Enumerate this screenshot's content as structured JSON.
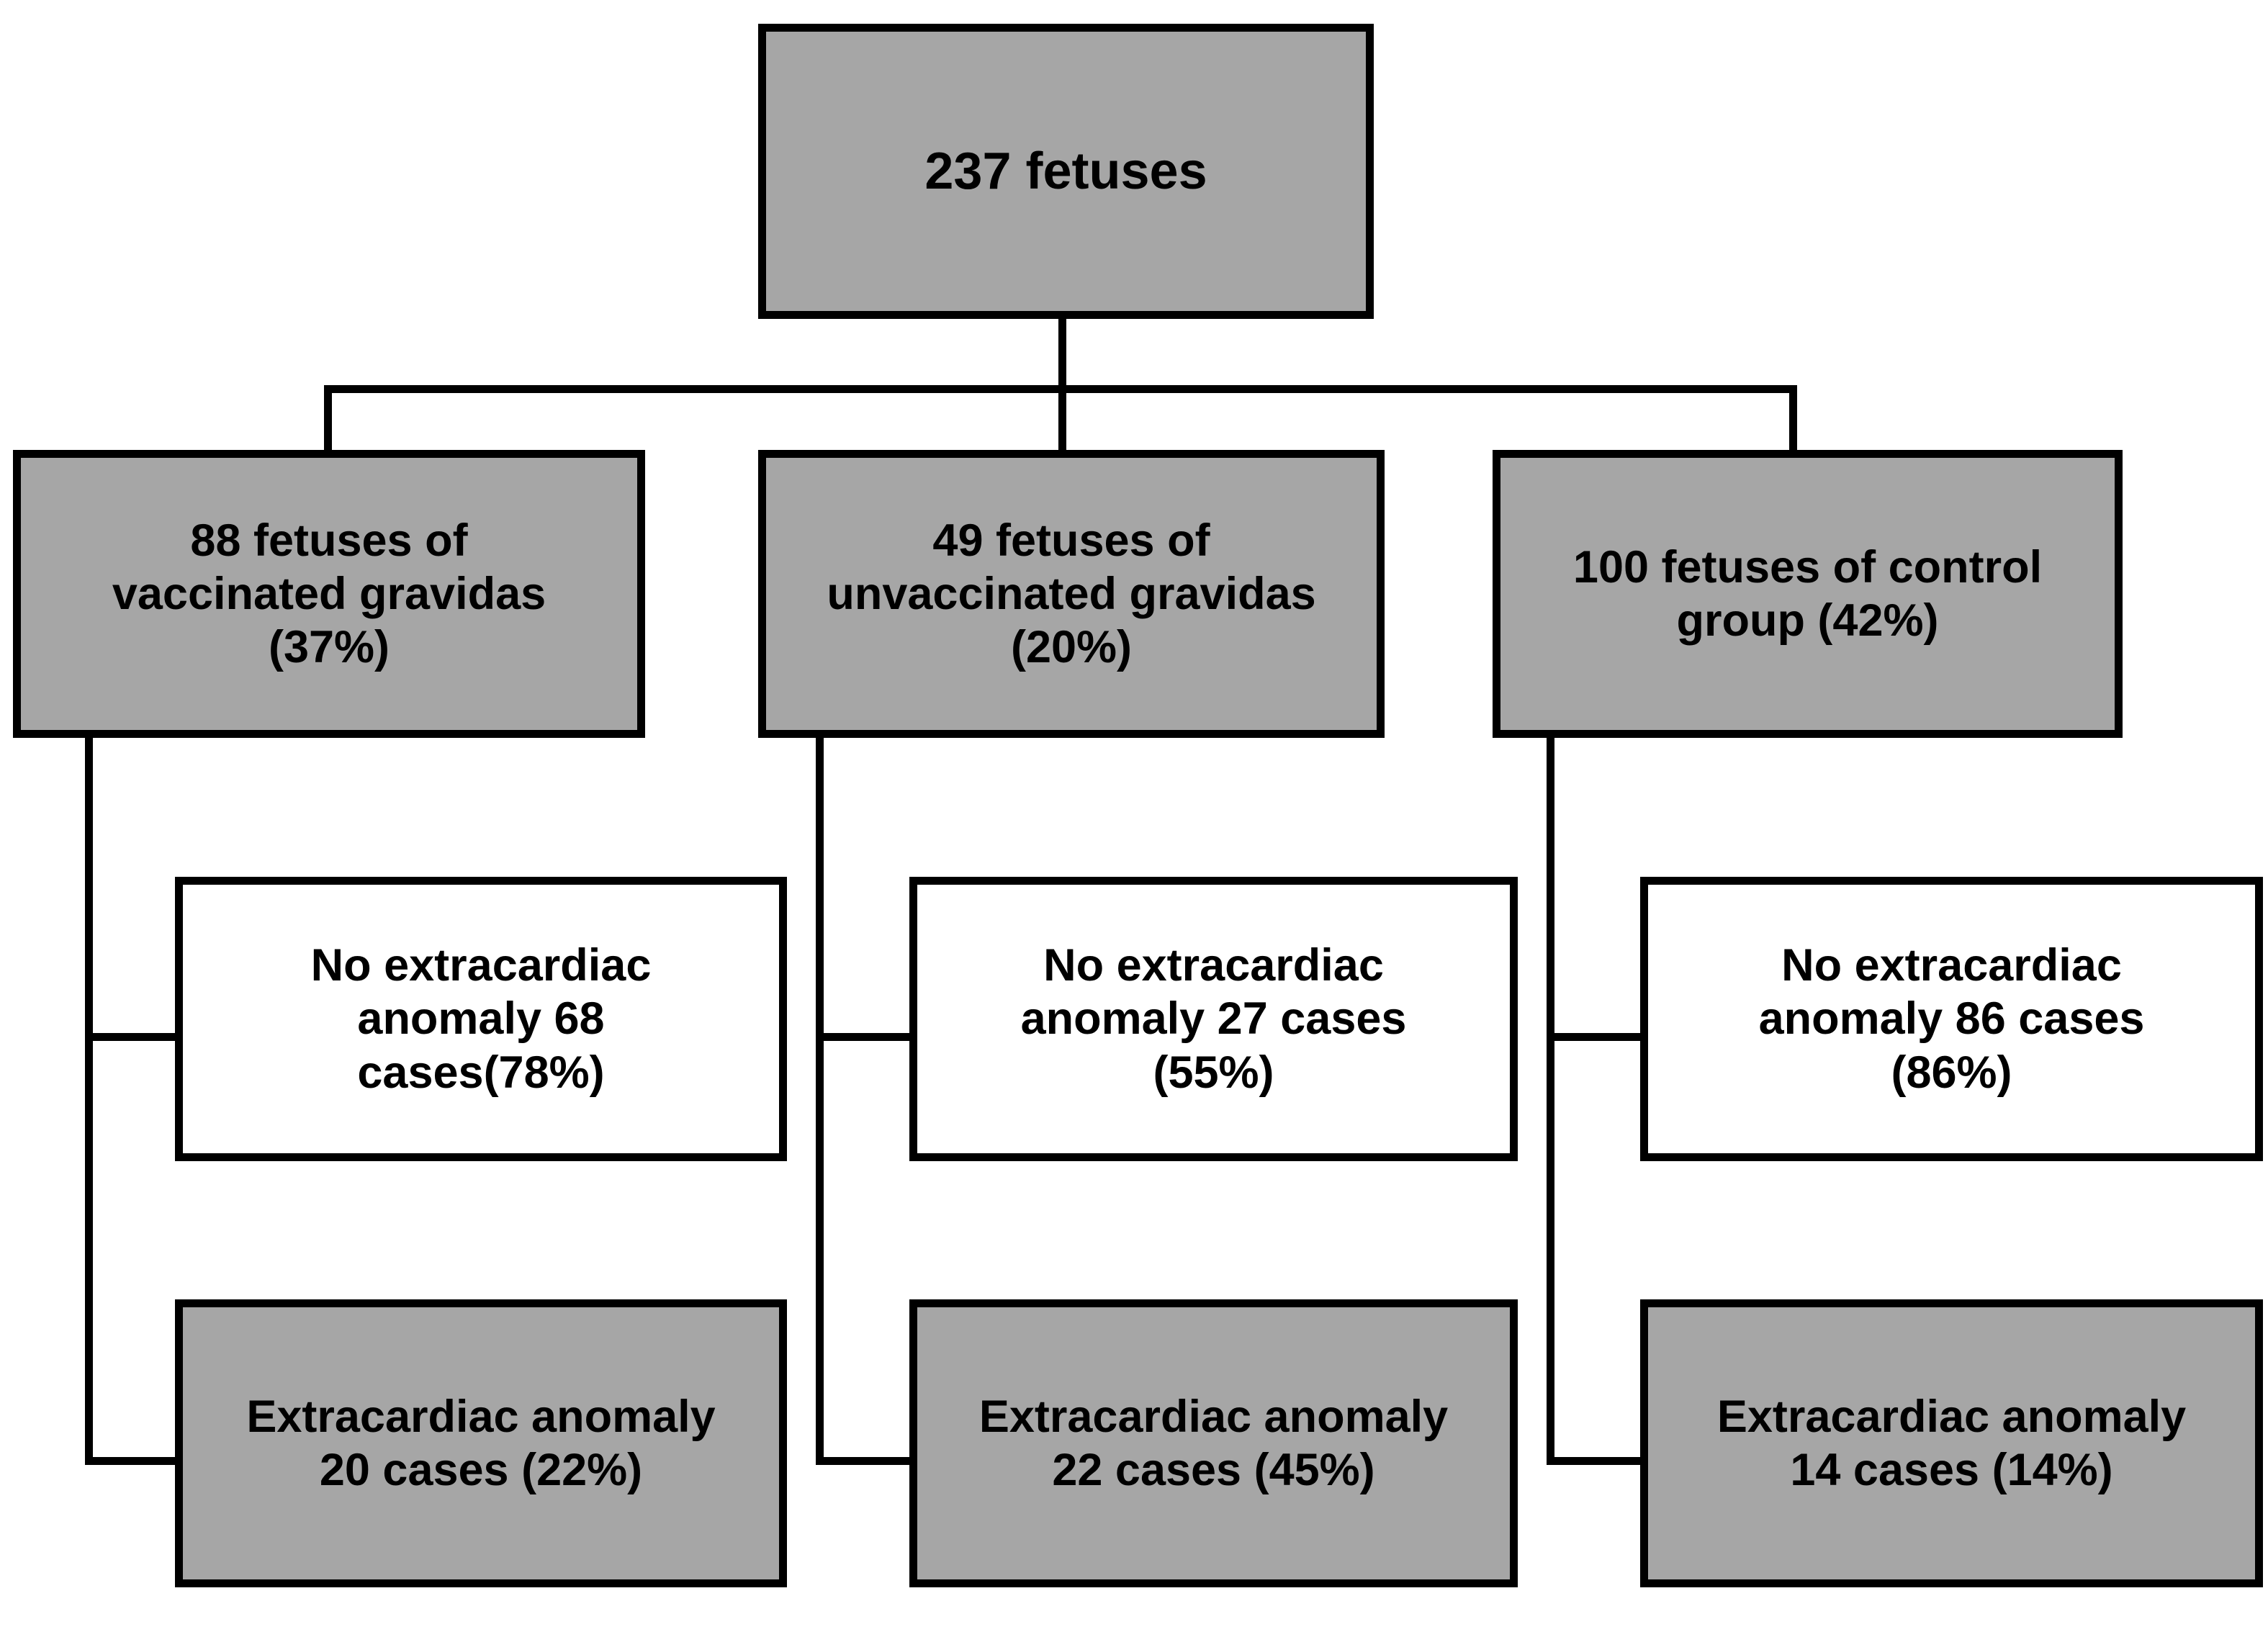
{
  "diagram": {
    "type": "flowchart",
    "title": "",
    "colors": {
      "node_fill_gray": "#a6a6a6",
      "node_fill_white": "#ffffff",
      "border": "#000000",
      "text": "#000000",
      "background": "#ffffff"
    },
    "root": {
      "label": "237 fetuses",
      "count": 237
    },
    "groups": [
      {
        "label": "88 fetuses of\nvaccinated gravidas\n(37%)",
        "count": 88,
        "percent": "37%",
        "no_anomaly": {
          "label": "No extracardiac\nanomaly 68\ncases(78%)",
          "count": 68,
          "percent": "78%"
        },
        "anomaly": {
          "label": "Extracardiac anomaly\n20 cases (22%)",
          "count": 20,
          "percent": "22%"
        }
      },
      {
        "label": "49 fetuses of\nunvaccinated gravidas\n(20%)",
        "count": 49,
        "percent": "20%",
        "no_anomaly": {
          "label": "No extracardiac\nanomaly 27 cases\n(55%)",
          "count": 27,
          "percent": "55%"
        },
        "anomaly": {
          "label": "Extracardiac anomaly\n22 cases (45%)",
          "count": 22,
          "percent": "45%"
        }
      },
      {
        "label": "100 fetuses of control\ngroup (42%)",
        "count": 100,
        "percent": "42%",
        "no_anomaly": {
          "label": "No extracardiac\nanomaly 86 cases\n(86%)",
          "count": 86,
          "percent": "86%"
        },
        "anomaly": {
          "label": "Extracardiac anomaly\n14 cases (14%)",
          "count": 14,
          "percent": "14%"
        }
      }
    ]
  }
}
